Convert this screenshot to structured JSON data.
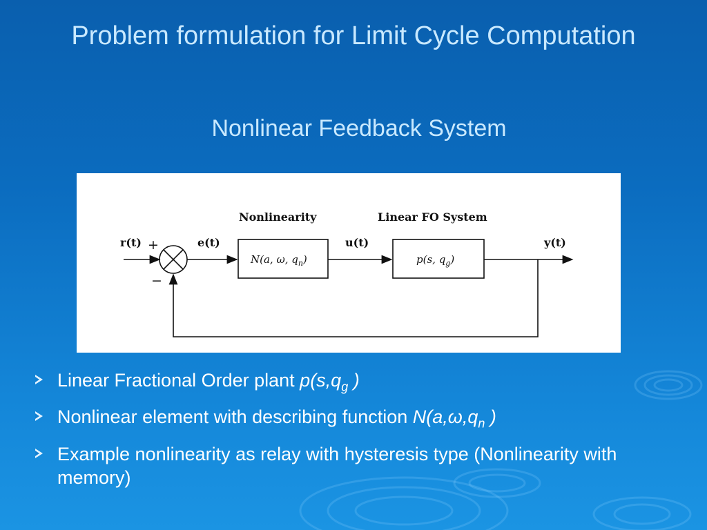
{
  "slide": {
    "title": "Problem formulation for Limit Cycle Computation",
    "subtitle": "Nonlinear Feedback System"
  },
  "diagram": {
    "nonlinearity_label": "Nonlinearity",
    "linear_label": "Linear FO System",
    "input_signal": "r(t)",
    "error_signal": "e(t)",
    "control_signal": "u(t)",
    "output_signal": "y(t)",
    "plus_sign": "+",
    "minus_sign": "−",
    "nonlinear_block": {
      "prefix": "N(a, ω, q",
      "sub": "n",
      "suffix": ")"
    },
    "plant_block": {
      "prefix": "p(s, q",
      "sub": "g",
      "suffix": ")"
    }
  },
  "bullets": [
    {
      "text": "Linear Fractional Order plant ",
      "math": "p(s,q",
      "sub": "g",
      "math_end": " )"
    },
    {
      "text": "Nonlinear element with describing function ",
      "math": "N(a,ω,q",
      "sub": "n",
      "math_end": " )"
    },
    {
      "text": "Example nonlinearity as relay with hysteresis type (Nonlinearity with memory)"
    }
  ],
  "colors": {
    "background": "#0b6cbf",
    "title_text": "#c9e9ff",
    "bullet_text": "#ffffff"
  }
}
